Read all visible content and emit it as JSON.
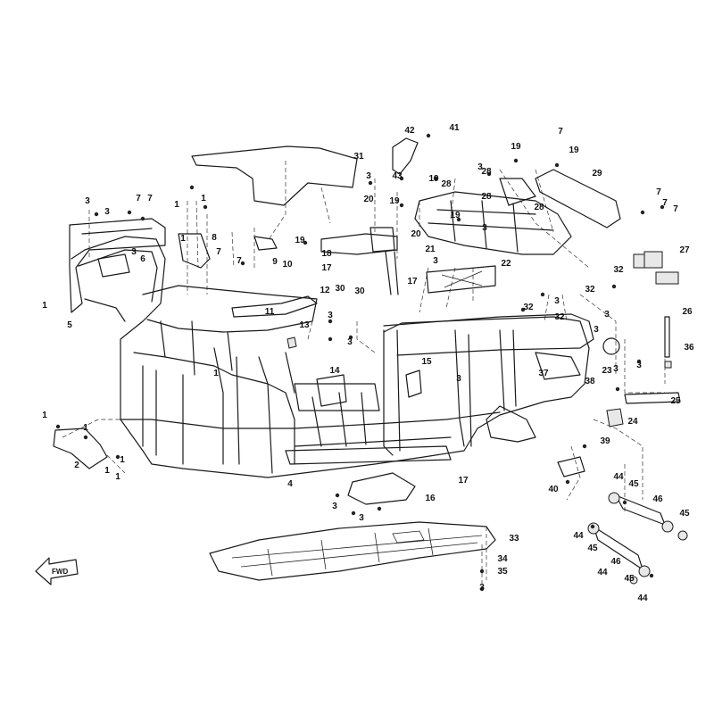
{
  "diagram": {
    "fwd_label": "FWD",
    "callout_numbers": [
      "1",
      "2",
      "3",
      "4",
      "5",
      "6",
      "7",
      "8",
      "9",
      "10",
      "11",
      "12",
      "13",
      "14",
      "15",
      "16",
      "17",
      "18",
      "19",
      "20",
      "21",
      "22",
      "23",
      "24",
      "25",
      "26",
      "27",
      "28",
      "29",
      "30",
      "31",
      "32",
      "33",
      "34",
      "35",
      "36",
      "37",
      "38",
      "39",
      "40",
      "41",
      "42",
      "43",
      "44",
      "45",
      "46"
    ]
  }
}
